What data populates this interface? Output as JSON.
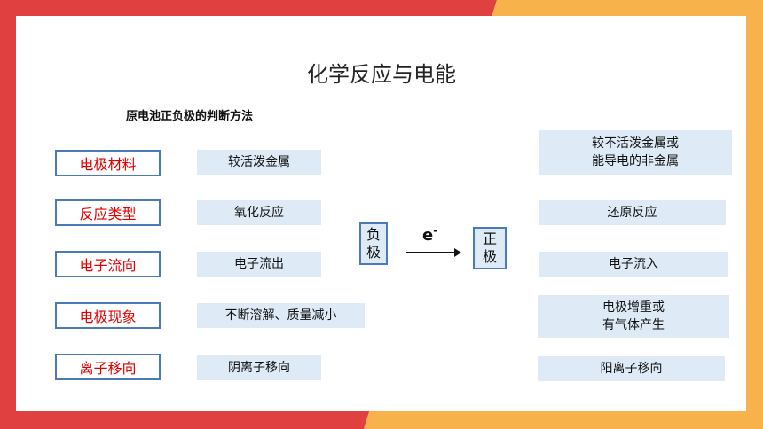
{
  "slide": {
    "title": "化学反应与电能",
    "subtitle": "原电池正负极的判断方法"
  },
  "rows": [
    {
      "label": "电极材料",
      "negative": "较活泼金属",
      "positive": "较不活泼金属或\n能导电的非金属"
    },
    {
      "label": "反应类型",
      "negative": "氧化反应",
      "positive": "还原反应"
    },
    {
      "label": "电子流向",
      "negative": "电子流出",
      "positive": "电子流入"
    },
    {
      "label": "电极现象",
      "negative": "不断溶解、质量减小",
      "positive": "电极增重或\n有气体产生"
    },
    {
      "label": "离子移向",
      "negative": "阴离子移向",
      "positive": "阳离子移向"
    }
  ],
  "electrodes": {
    "negative": "负\n极",
    "positive": "正\n极",
    "electron": "e",
    "electron_sup": "-"
  },
  "colors": {
    "red_band": "#e04040",
    "orange_band": "#f7b24b",
    "label_text": "#e00000",
    "box_border": "#4a7bb8",
    "cell_fill": "#deebf7"
  },
  "icons": {
    "flow": "arrow-right-icon"
  }
}
